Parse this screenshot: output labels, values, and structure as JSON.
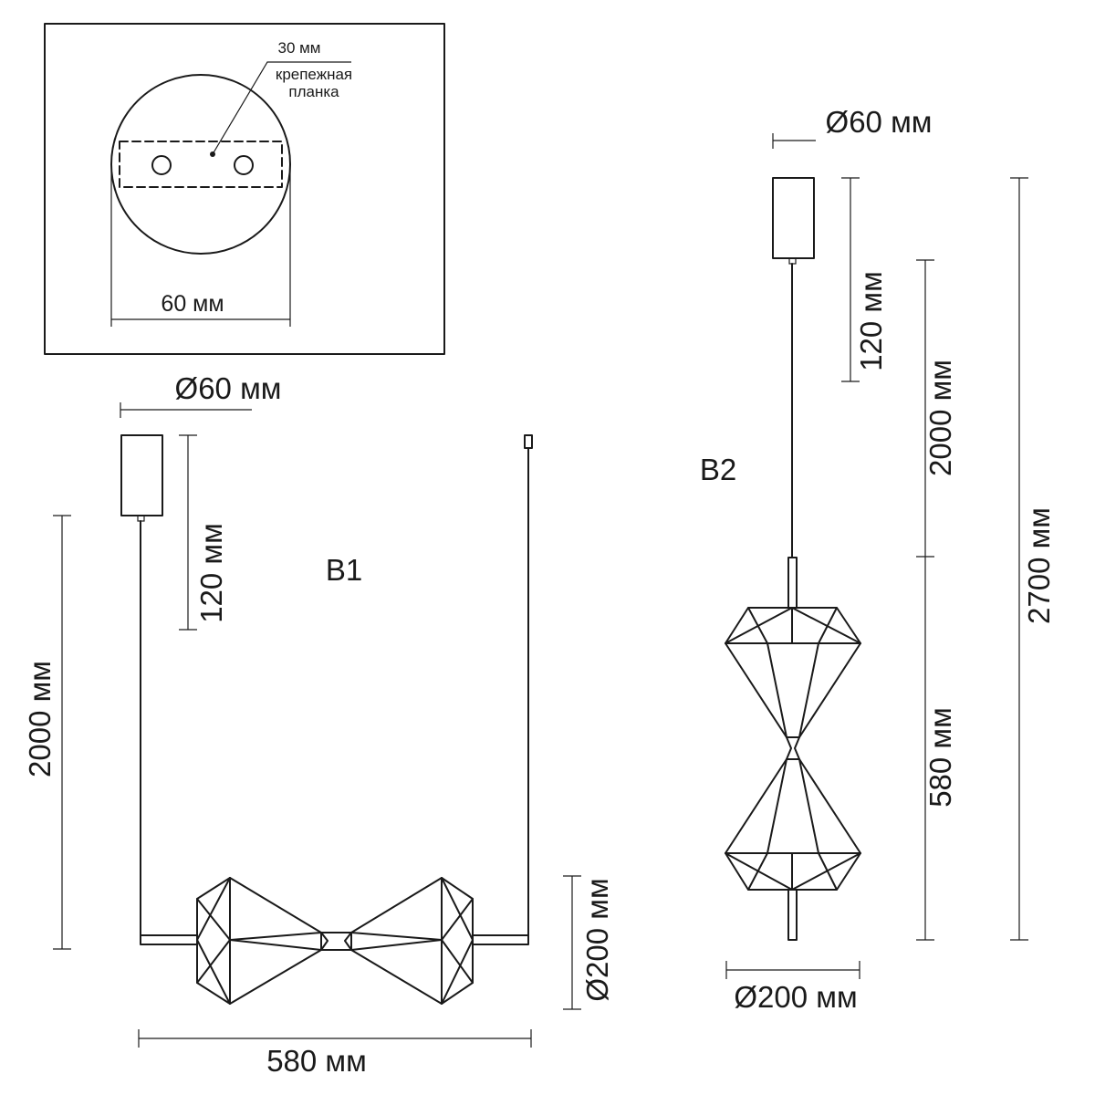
{
  "inset": {
    "label_30": "30 мм",
    "label_plate_1": "крепежная",
    "label_plate_2": "планка",
    "label_60": "60 мм"
  },
  "b1": {
    "name": "B1",
    "canopy_diam": "Ø60 мм",
    "canopy_height": "120 мм",
    "cable_length": "2000 мм",
    "shade_diam": "Ø200 мм",
    "width": "580 мм"
  },
  "b2": {
    "name": "B2",
    "canopy_diam": "Ø60 мм",
    "canopy_height": "120 мм",
    "cable_length": "2000 мм",
    "body_length": "580 мм",
    "total_length": "2700 мм",
    "shade_diam": "Ø200 мм"
  }
}
